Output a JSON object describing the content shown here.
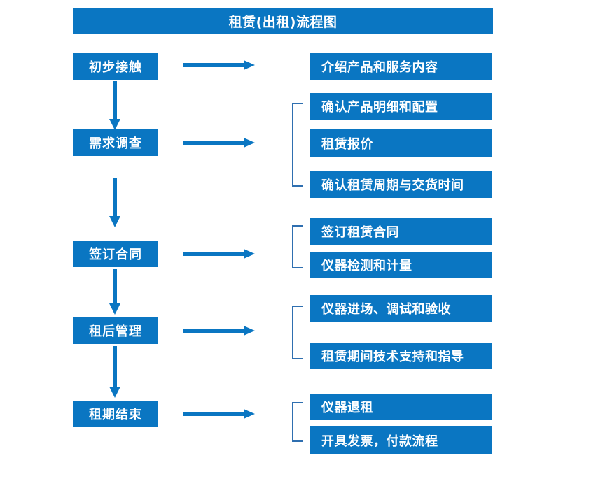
{
  "diagram": {
    "title": "租赁(出租)流程图",
    "accent_color": "#0a76c2",
    "text_color": "#ffffff",
    "background_color": "#ffffff",
    "stages": [
      {
        "label": "初步接触"
      },
      {
        "label": "需求调查"
      },
      {
        "label": "签订合同"
      },
      {
        "label": "租后管理"
      },
      {
        "label": "租期结束"
      }
    ],
    "detail_groups": [
      {
        "bracketed": false,
        "items": [
          {
            "label": "介绍产品和服务内容"
          }
        ]
      },
      {
        "bracketed": true,
        "items": [
          {
            "label": "确认产品明细和配置"
          },
          {
            "label": "租赁报价"
          },
          {
            "label": "确认租赁周期与交货时间"
          }
        ]
      },
      {
        "bracketed": true,
        "items": [
          {
            "label": "签订租赁合同"
          },
          {
            "label": "仪器检测和计量"
          }
        ]
      },
      {
        "bracketed": true,
        "items": [
          {
            "label": "仪器进场、调试和验收"
          },
          {
            "label": "租赁期间技术支持和指导"
          }
        ]
      },
      {
        "bracketed": true,
        "items": [
          {
            "label": "仪器退租"
          },
          {
            "label": "开具发票，付款流程"
          }
        ]
      }
    ],
    "connectors": {
      "down_arrow_count": 4,
      "right_arrow_count": 5
    }
  }
}
